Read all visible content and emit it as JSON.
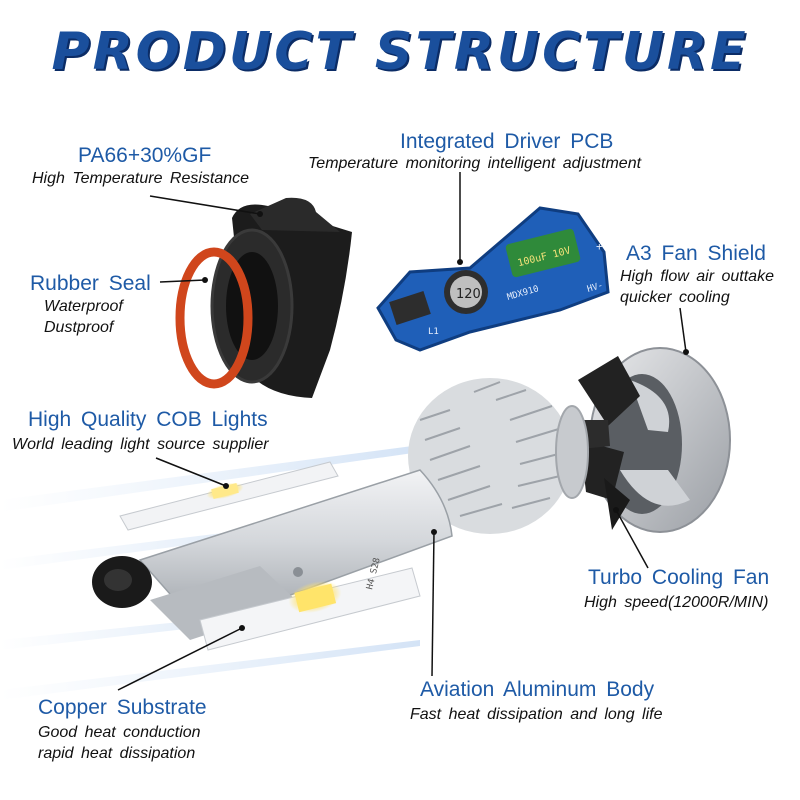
{
  "title": "PRODUCT STRUCTURE",
  "colors": {
    "title": "#1a4f9c",
    "heading": "#1e5aa6",
    "subtext": "#111111",
    "pcb": "#1f5fb8",
    "seal": "#d0461c",
    "fan": "#222222",
    "body": "#c9ccd0"
  },
  "callouts": {
    "pa66": {
      "heading": "PA66+30%GF",
      "line1": "High Temperature Resistance"
    },
    "pcb": {
      "heading": "Integrated Driver PCB",
      "line1": "Temperature monitoring intelligent adjustment"
    },
    "seal": {
      "heading": "Rubber Seal",
      "line1": "Waterproof",
      "line2": "Dustproof"
    },
    "shield": {
      "heading": "A3 Fan Shield",
      "line1": "High flow air outtake",
      "line2": "quicker cooling"
    },
    "cob": {
      "heading": "High Quality COB Lights",
      "line1": "World leading light source supplier"
    },
    "fan": {
      "heading": "Turbo Cooling Fan",
      "line1": "High speed(12000R/MIN)"
    },
    "copper": {
      "heading": "Copper Substrate",
      "line1": "Good heat conduction",
      "line2": "rapid heat dissipation"
    },
    "body": {
      "heading": "Aviation Aluminum Body",
      "line1": "Fast heat dissipation and long life"
    }
  },
  "pcb_marks": {
    "inductor": "120",
    "chip": "MDX910",
    "cap": "100uF 10V",
    "plus": "+",
    "minus": "HV-",
    "ref": "L1"
  },
  "cob_marks": {
    "code": "H4 S28"
  }
}
